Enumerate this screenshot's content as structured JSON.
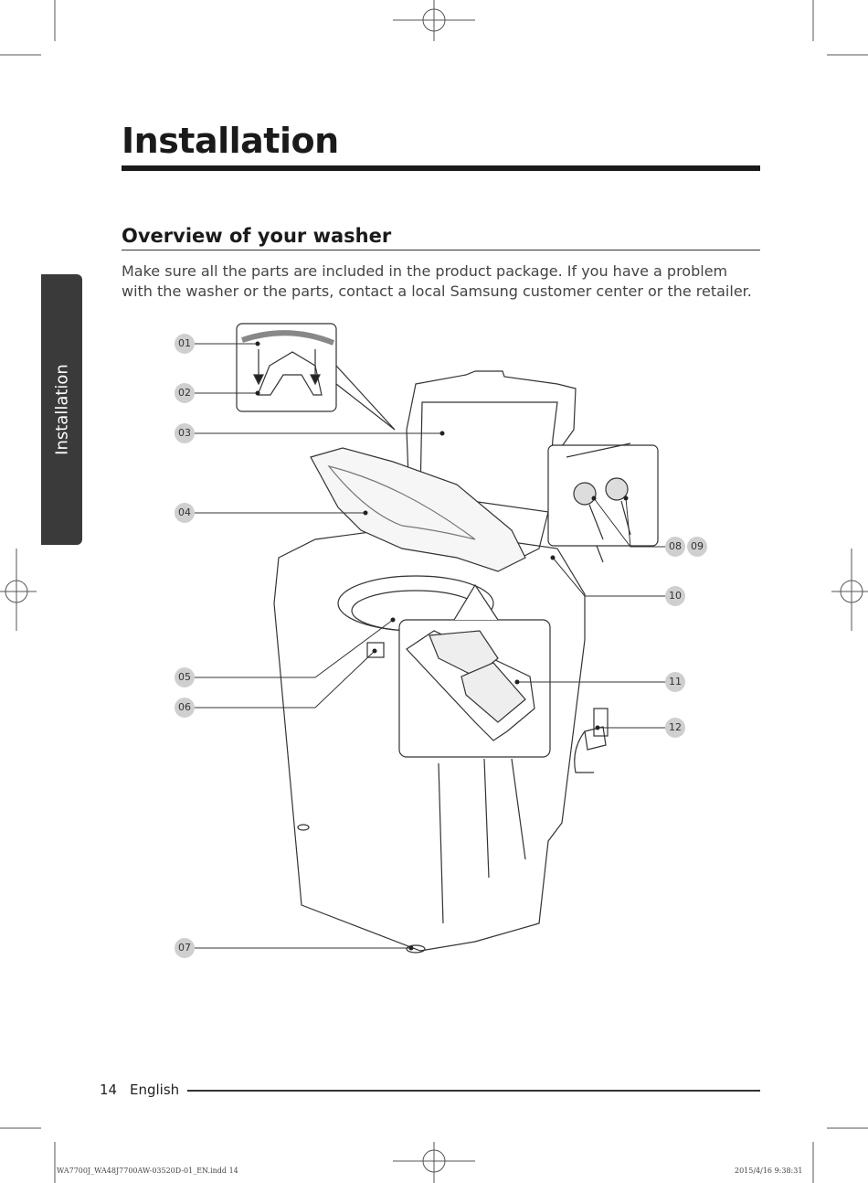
{
  "header": {
    "title": "Installation"
  },
  "section": {
    "title": "Overview of your washer",
    "intro": "Make sure all the parts are included in the product package. If you have a problem with the washer or the parts, contact a local Samsung customer center or the retailer."
  },
  "side_tab": {
    "label": "Installation"
  },
  "callouts": [
    "01",
    "02",
    "03",
    "04",
    "05",
    "06",
    "07",
    "08",
    "09",
    "10",
    "11",
    "12"
  ],
  "footer": {
    "page_number": "14",
    "language": "English",
    "file_slug": "WA7700J_WA48J7700AW-03520D-01_EN.indd  14",
    "timestamp": "2015/4/16  9:38:31"
  },
  "colors": {
    "text": "#222222",
    "rule": "#1a1a1a",
    "callout_fill": "#cfcfcf",
    "tab": "#3a3a3a"
  }
}
